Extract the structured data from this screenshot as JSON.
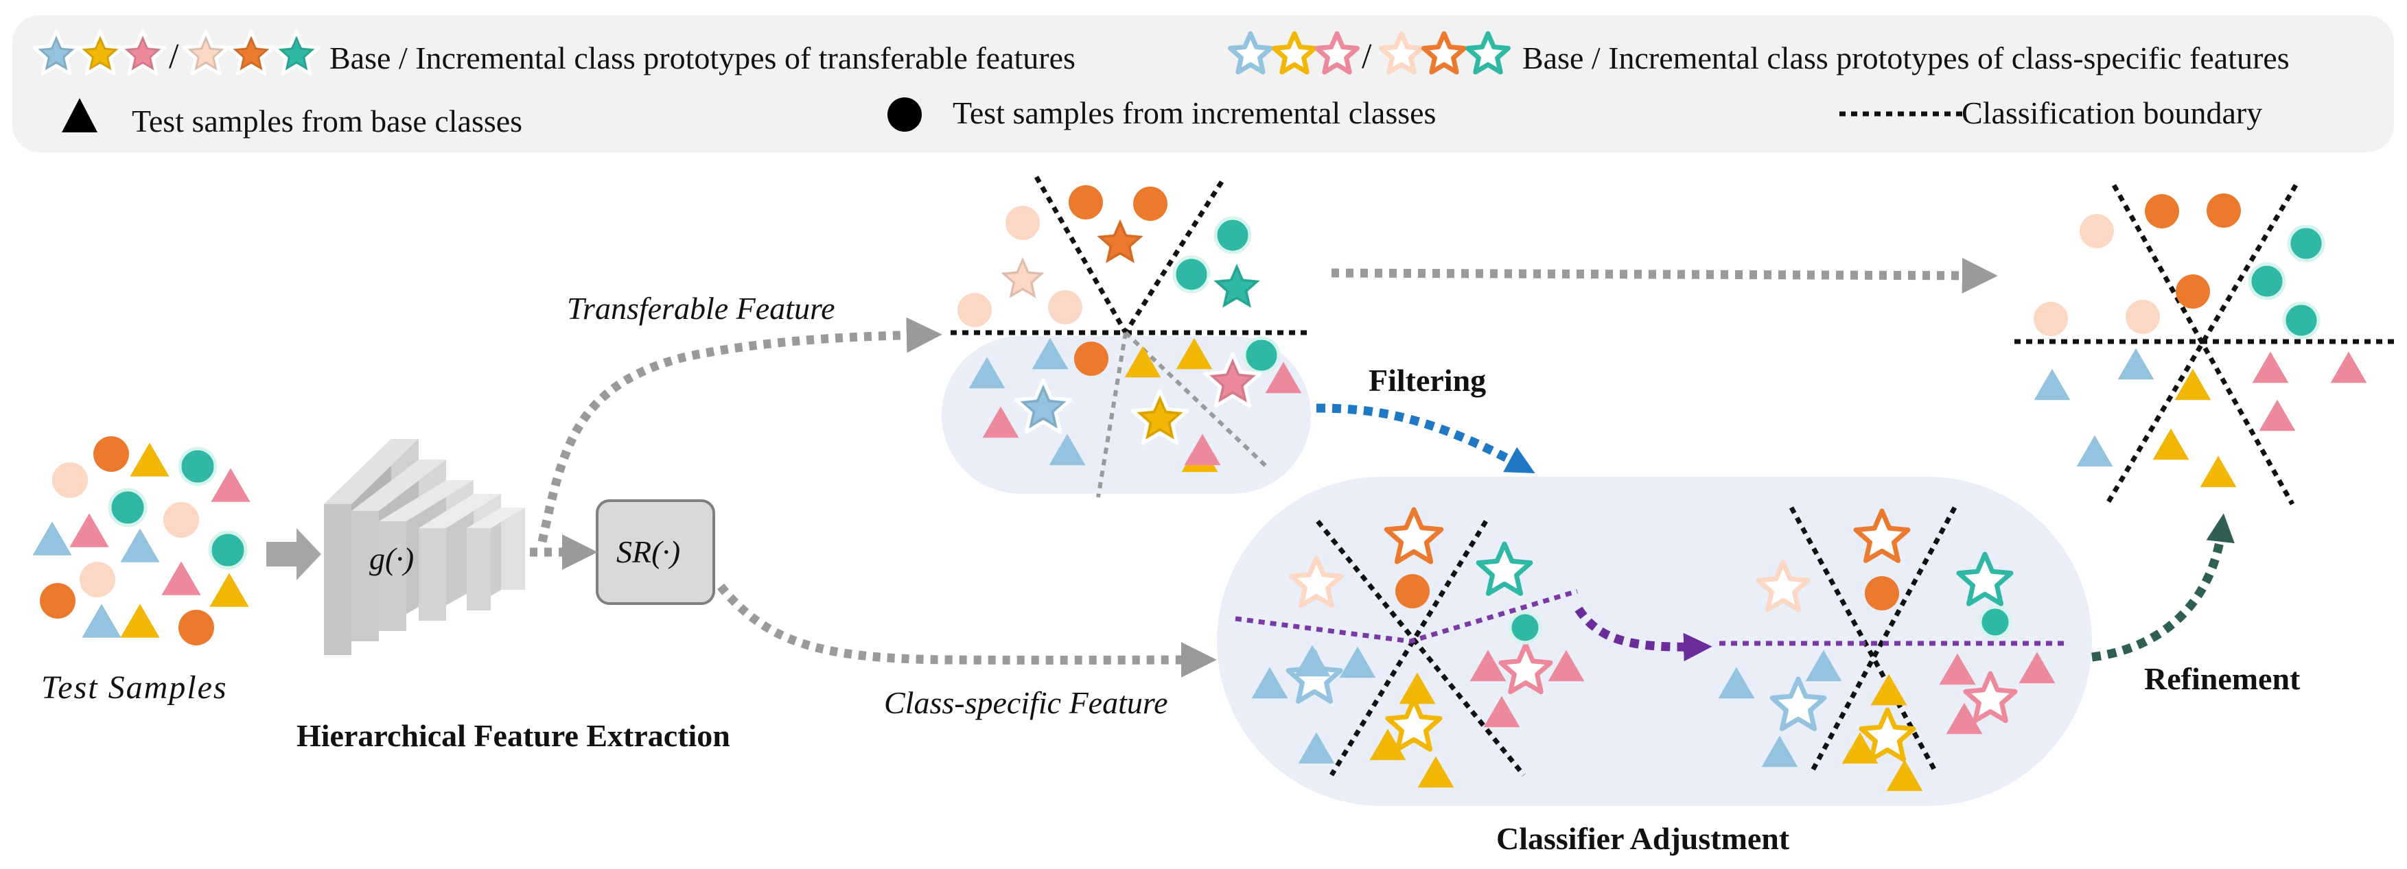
{
  "legend": {
    "transferable_label": "Base / Incremental class prototypes of transferable features",
    "class_specific_label": "Base / Incremental class prototypes of class-specific features",
    "separator": "/",
    "base_samples_label": "Test samples from base classes",
    "incremental_samples_label": "Test samples from incremental classes",
    "boundary_label": "Classification boundary"
  },
  "labels": {
    "test_samples": "Test Samples",
    "extractor_fn": "g(·)",
    "hfe": "Hierarchical Feature Extraction",
    "sr_fn": "SR(·)",
    "transferable_feature": "Transferable Feature",
    "class_specific_feature": "Class-specific Feature",
    "filtering": "Filtering",
    "classifier_adjustment": "Classifier Adjustment",
    "refinement": "Refinement"
  },
  "colors": {
    "blue": "#93c3de",
    "yellow": "#f2b705",
    "pink": "#ec8a9c",
    "peach": "#fbd7c4",
    "orange": "#ec7a2e",
    "teal": "#2fb9a4",
    "panel": "#e9eef9",
    "legend_bg": "#f2f2f2",
    "arrow_gray": "#9a9a9a",
    "arrow_blue": "#1f78c4",
    "arrow_purple": "#6a2d9a",
    "arrow_green": "#2f5e54",
    "boundary_purple": "#7a3aa4"
  }
}
